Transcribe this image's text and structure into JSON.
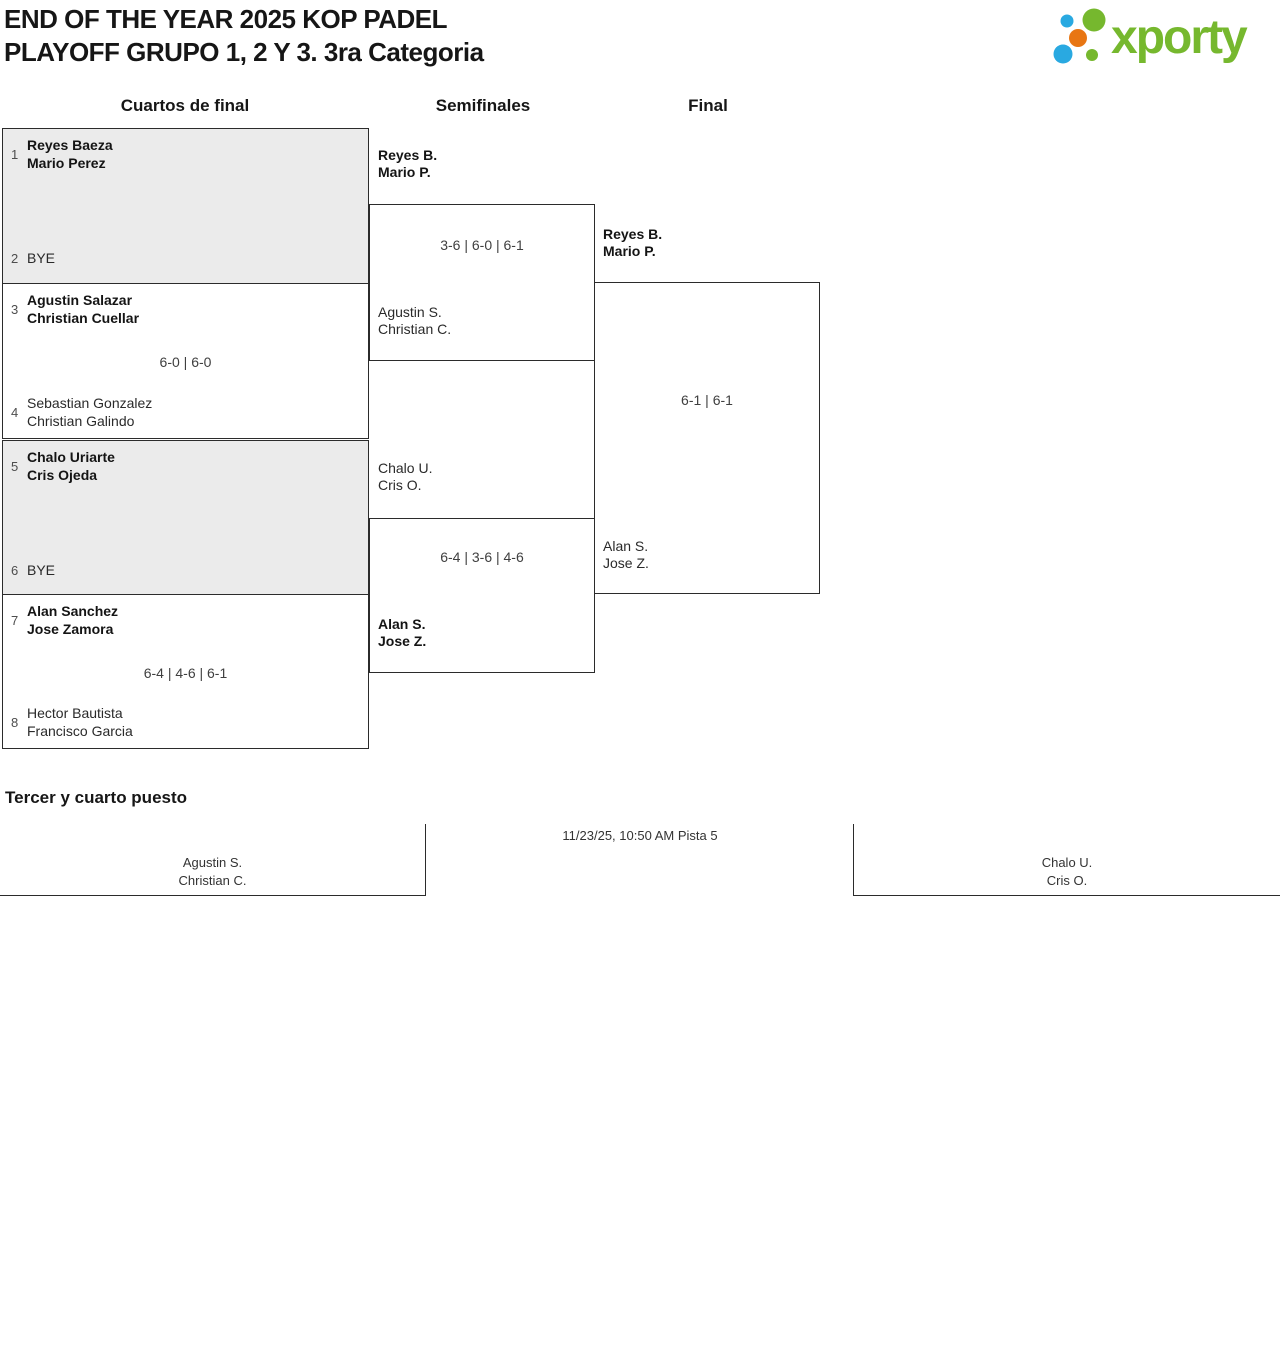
{
  "header": {
    "title_line1": "END OF THE YEAR 2025 KOP PADEL",
    "title_line2": "PLAYOFF GRUPO 1, 2 Y 3. 3ra Categoria",
    "logo_text": "xporty",
    "logo_colors": {
      "green": "#76b82e",
      "blue": "#29a9e1",
      "orange": "#e87613"
    }
  },
  "columns": [
    {
      "label": "Cuartos de final"
    },
    {
      "label": "Semifinales"
    },
    {
      "label": "Final"
    }
  ],
  "quarterfinals": [
    {
      "seed_top": "1",
      "team_top": [
        "Reyes Baeza",
        "Mario Perez"
      ],
      "score": "",
      "seed_bottom": "2",
      "team_bottom": [
        "BYE"
      ]
    },
    {
      "seed_top": "3",
      "team_top": [
        "Agustin Salazar",
        "Christian Cuellar"
      ],
      "score": "6-0 | 6-0",
      "seed_bottom": "4",
      "team_bottom": [
        "Sebastian Gonzalez",
        "Christian Galindo"
      ]
    },
    {
      "seed_top": "5",
      "team_top": [
        "Chalo Uriarte",
        "Cris Ojeda"
      ],
      "score": "",
      "seed_bottom": "6",
      "team_bottom": [
        "BYE"
      ]
    },
    {
      "seed_top": "7",
      "team_top": [
        "Alan Sanchez",
        "Jose Zamora"
      ],
      "score": "6-4 | 4-6 | 6-1",
      "seed_bottom": "8",
      "team_bottom": [
        "Hector Bautista",
        "Francisco Garcia"
      ]
    }
  ],
  "semifinals": [
    {
      "team_top": [
        "Reyes B.",
        "Mario P."
      ],
      "score": "3-6 | 6-0 | 6-1",
      "team_bottom": [
        "Agustin S.",
        "Christian C."
      ]
    },
    {
      "team_top": [
        "Chalo U.",
        "Cris O."
      ],
      "score": "6-4 | 3-6 | 4-6",
      "team_bottom": [
        "Alan S.",
        "Jose Z."
      ]
    }
  ],
  "final": {
    "team_top": [
      "Reyes B.",
      "Mario P."
    ],
    "score": "6-1 | 6-1",
    "team_bottom": [
      "Alan S.",
      "Jose Z."
    ]
  },
  "third_place": {
    "heading": "Tercer y cuarto puesto",
    "team_left": [
      "Agustin S.",
      "Christian C."
    ],
    "schedule": "11/23/25, 10:50 AM Pista 5",
    "team_right": [
      "Chalo U.",
      "Cris O."
    ]
  }
}
